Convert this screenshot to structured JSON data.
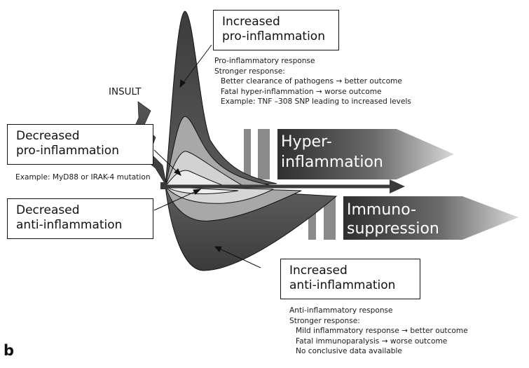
{
  "figure_label": "b",
  "insult_label": "INSULT",
  "arrows": {
    "hyper": {
      "line1": "Hyper-",
      "line2": "inflammation"
    },
    "immuno": {
      "line1": "Immuno-",
      "line2": "suppression"
    }
  },
  "boxes": {
    "increased_pro": {
      "line1": "Increased",
      "line2": "pro-inflammation"
    },
    "decreased_pro": {
      "line1": "Decreased",
      "line2": "pro-inflammation"
    },
    "decreased_anti": {
      "line1": "Decreased",
      "line2": "anti-inflammation"
    },
    "increased_anti": {
      "line1": "Increased",
      "line2": "anti-inflammation"
    }
  },
  "notes": {
    "pro": {
      "title": "Pro-inflammatory response",
      "subtitle": "Stronger response:",
      "items": [
        "Better clearance of pathogens → better outcome",
        "Fatal hyper-inflammation → worse outcome",
        "Example: TNF –308 SNP leading to increased levels"
      ]
    },
    "decreased_pro_example": "Example: MyD88 or IRAK-4 mutation",
    "anti": {
      "title": "Anti-inflammatory response",
      "subtitle": "Stronger response:",
      "items": [
        "Mild inflammatory response → better outcome",
        "Fatal immunoparalysis → worse outcome",
        "No conclusive data available"
      ]
    }
  },
  "colors": {
    "dark_curve": "#4a4a4a",
    "arrow_dark": "#3a3a3a",
    "arrow_light": "#d0d0d0",
    "bar": "#8a8a8a"
  }
}
